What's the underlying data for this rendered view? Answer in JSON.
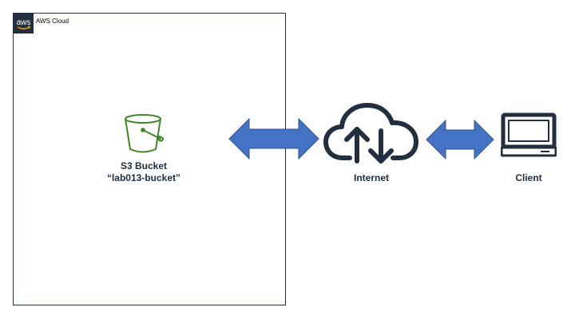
{
  "group": {
    "label": "AWS Cloud",
    "logo_text": "aws",
    "border_color": "#232f3e"
  },
  "bucket": {
    "icon": "s3-bucket-icon",
    "title": "S3 Bucket",
    "name": "“lab013-bucket”",
    "icon_color": "#3f8624"
  },
  "internet": {
    "icon": "internet-cloud-icon",
    "label": "Internet"
  },
  "client": {
    "icon": "client-computer-icon",
    "label": "Client"
  },
  "connections": {
    "arrow_color": "#4472c4",
    "arrow_stroke": "#2f528f",
    "links": [
      {
        "from": "bucket",
        "to": "internet",
        "direction": "bidirectional"
      },
      {
        "from": "internet",
        "to": "client",
        "direction": "bidirectional"
      }
    ]
  }
}
